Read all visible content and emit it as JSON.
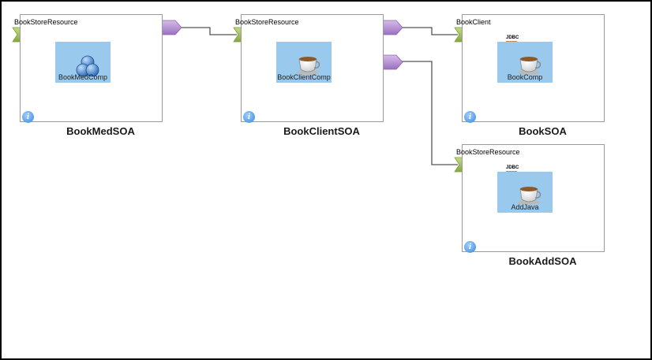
{
  "composites": [
    {
      "id": "bookmedsoa",
      "resource_label": "BookStoreResource",
      "component_name": "BookMedComp",
      "component_icon": "mediator-icon",
      "title": "BookMedSOA"
    },
    {
      "id": "bookclientsoa",
      "resource_label": "BookStoreResource",
      "component_name": "BookClientComp",
      "component_icon": "java-cup-icon",
      "title": "BookClientSOA"
    },
    {
      "id": "booksoa",
      "resource_label": "BookClient",
      "component_name": "BookComp",
      "component_icon": "java-cup-icon",
      "jdbc_label": "JDBC",
      "title": "BookSOA"
    },
    {
      "id": "bookaddsoa",
      "resource_label": "BookStoreResource",
      "component_name": "AddJava",
      "component_icon": "java-cup-icon",
      "jdbc_label": "JDBC",
      "title": "BookAddSOA"
    }
  ],
  "connections": [
    {
      "from": "BookMedSOA",
      "to": "BookClientSOA"
    },
    {
      "from": "BookClientSOA",
      "to": "BookSOA"
    },
    {
      "from": "BookClientSOA",
      "to": "BookAddSOA"
    }
  ],
  "colors": {
    "service": "#9bbb59",
    "reference": "#b48fd0",
    "component": "#99c9ec",
    "wire": "#555555",
    "info": "#3a86d8"
  },
  "info_glyph": "i"
}
